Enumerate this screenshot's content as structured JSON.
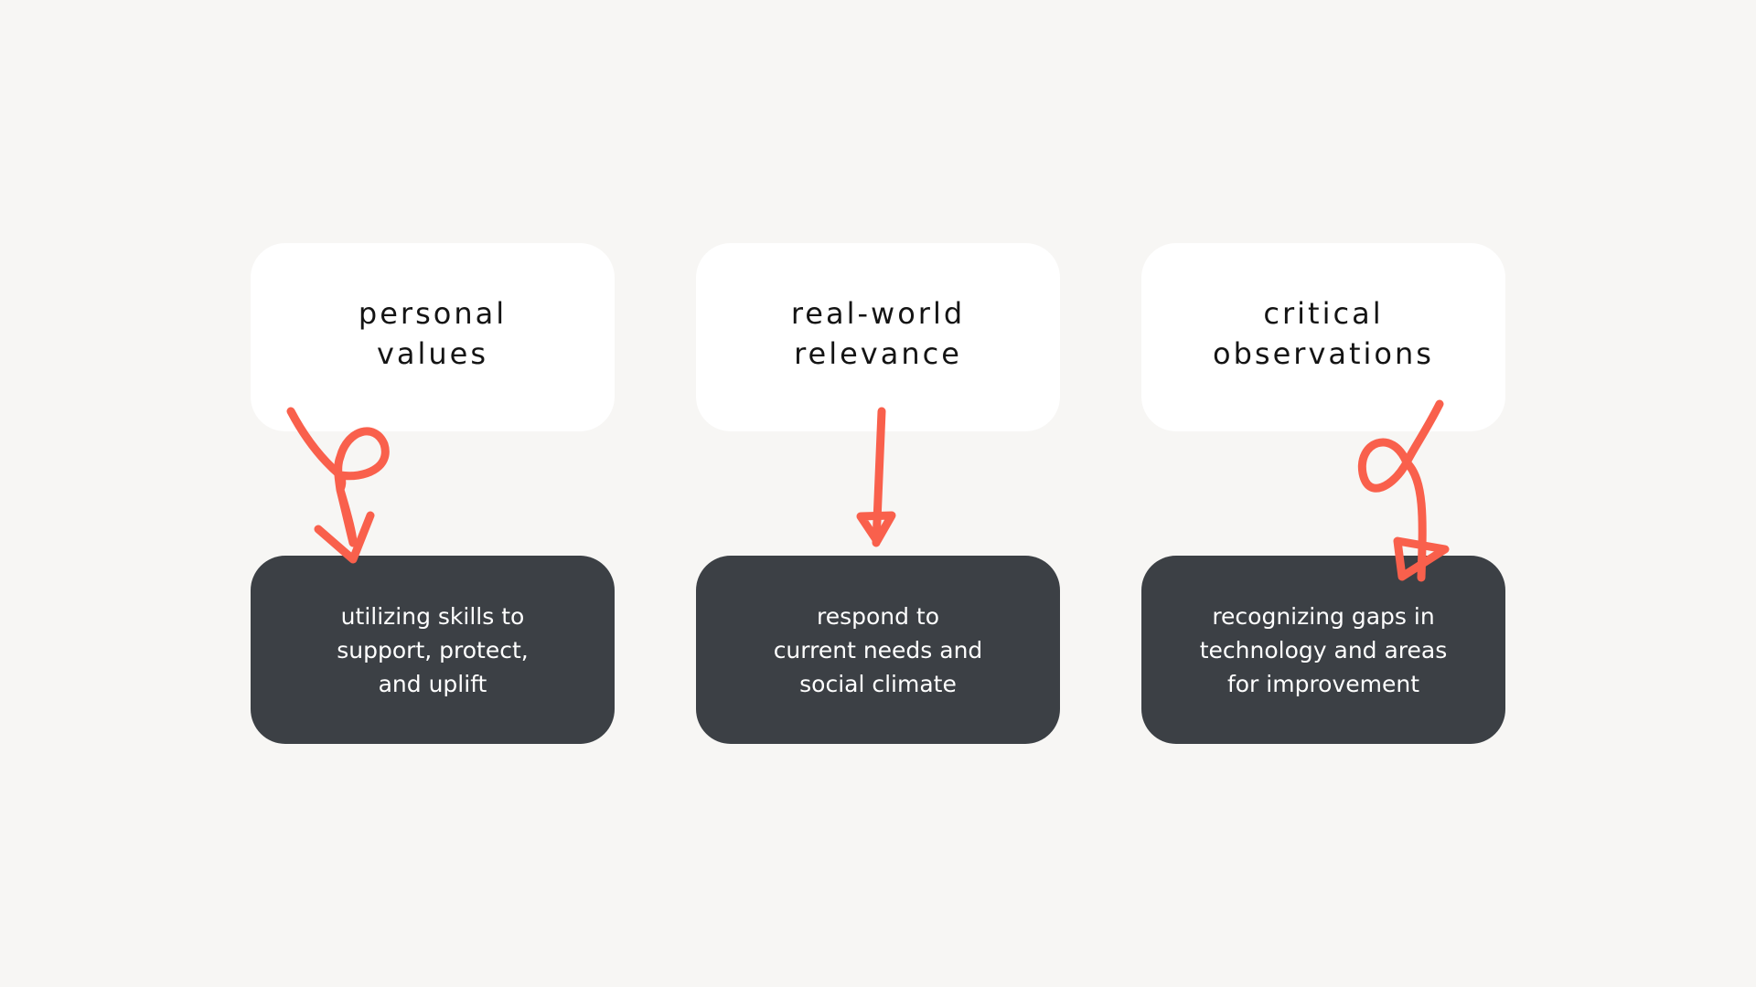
{
  "diagram": {
    "columns": [
      {
        "top_label": "personal\nvalues",
        "bottom_label": "utilizing skills to\nsupport, protect,\nand uplift"
      },
      {
        "top_label": "real-world\nrelevance",
        "bottom_label": "respond to\ncurrent needs and\nsocial climate"
      },
      {
        "top_label": "critical\nobservations",
        "bottom_label": "recognizing gaps in\ntechnology and areas\nfor improvement"
      }
    ]
  },
  "colors": {
    "background": "#f7f6f4",
    "top_card": "#ffffff",
    "bottom_card": "#3c4045",
    "arrow": "#f9604c"
  }
}
